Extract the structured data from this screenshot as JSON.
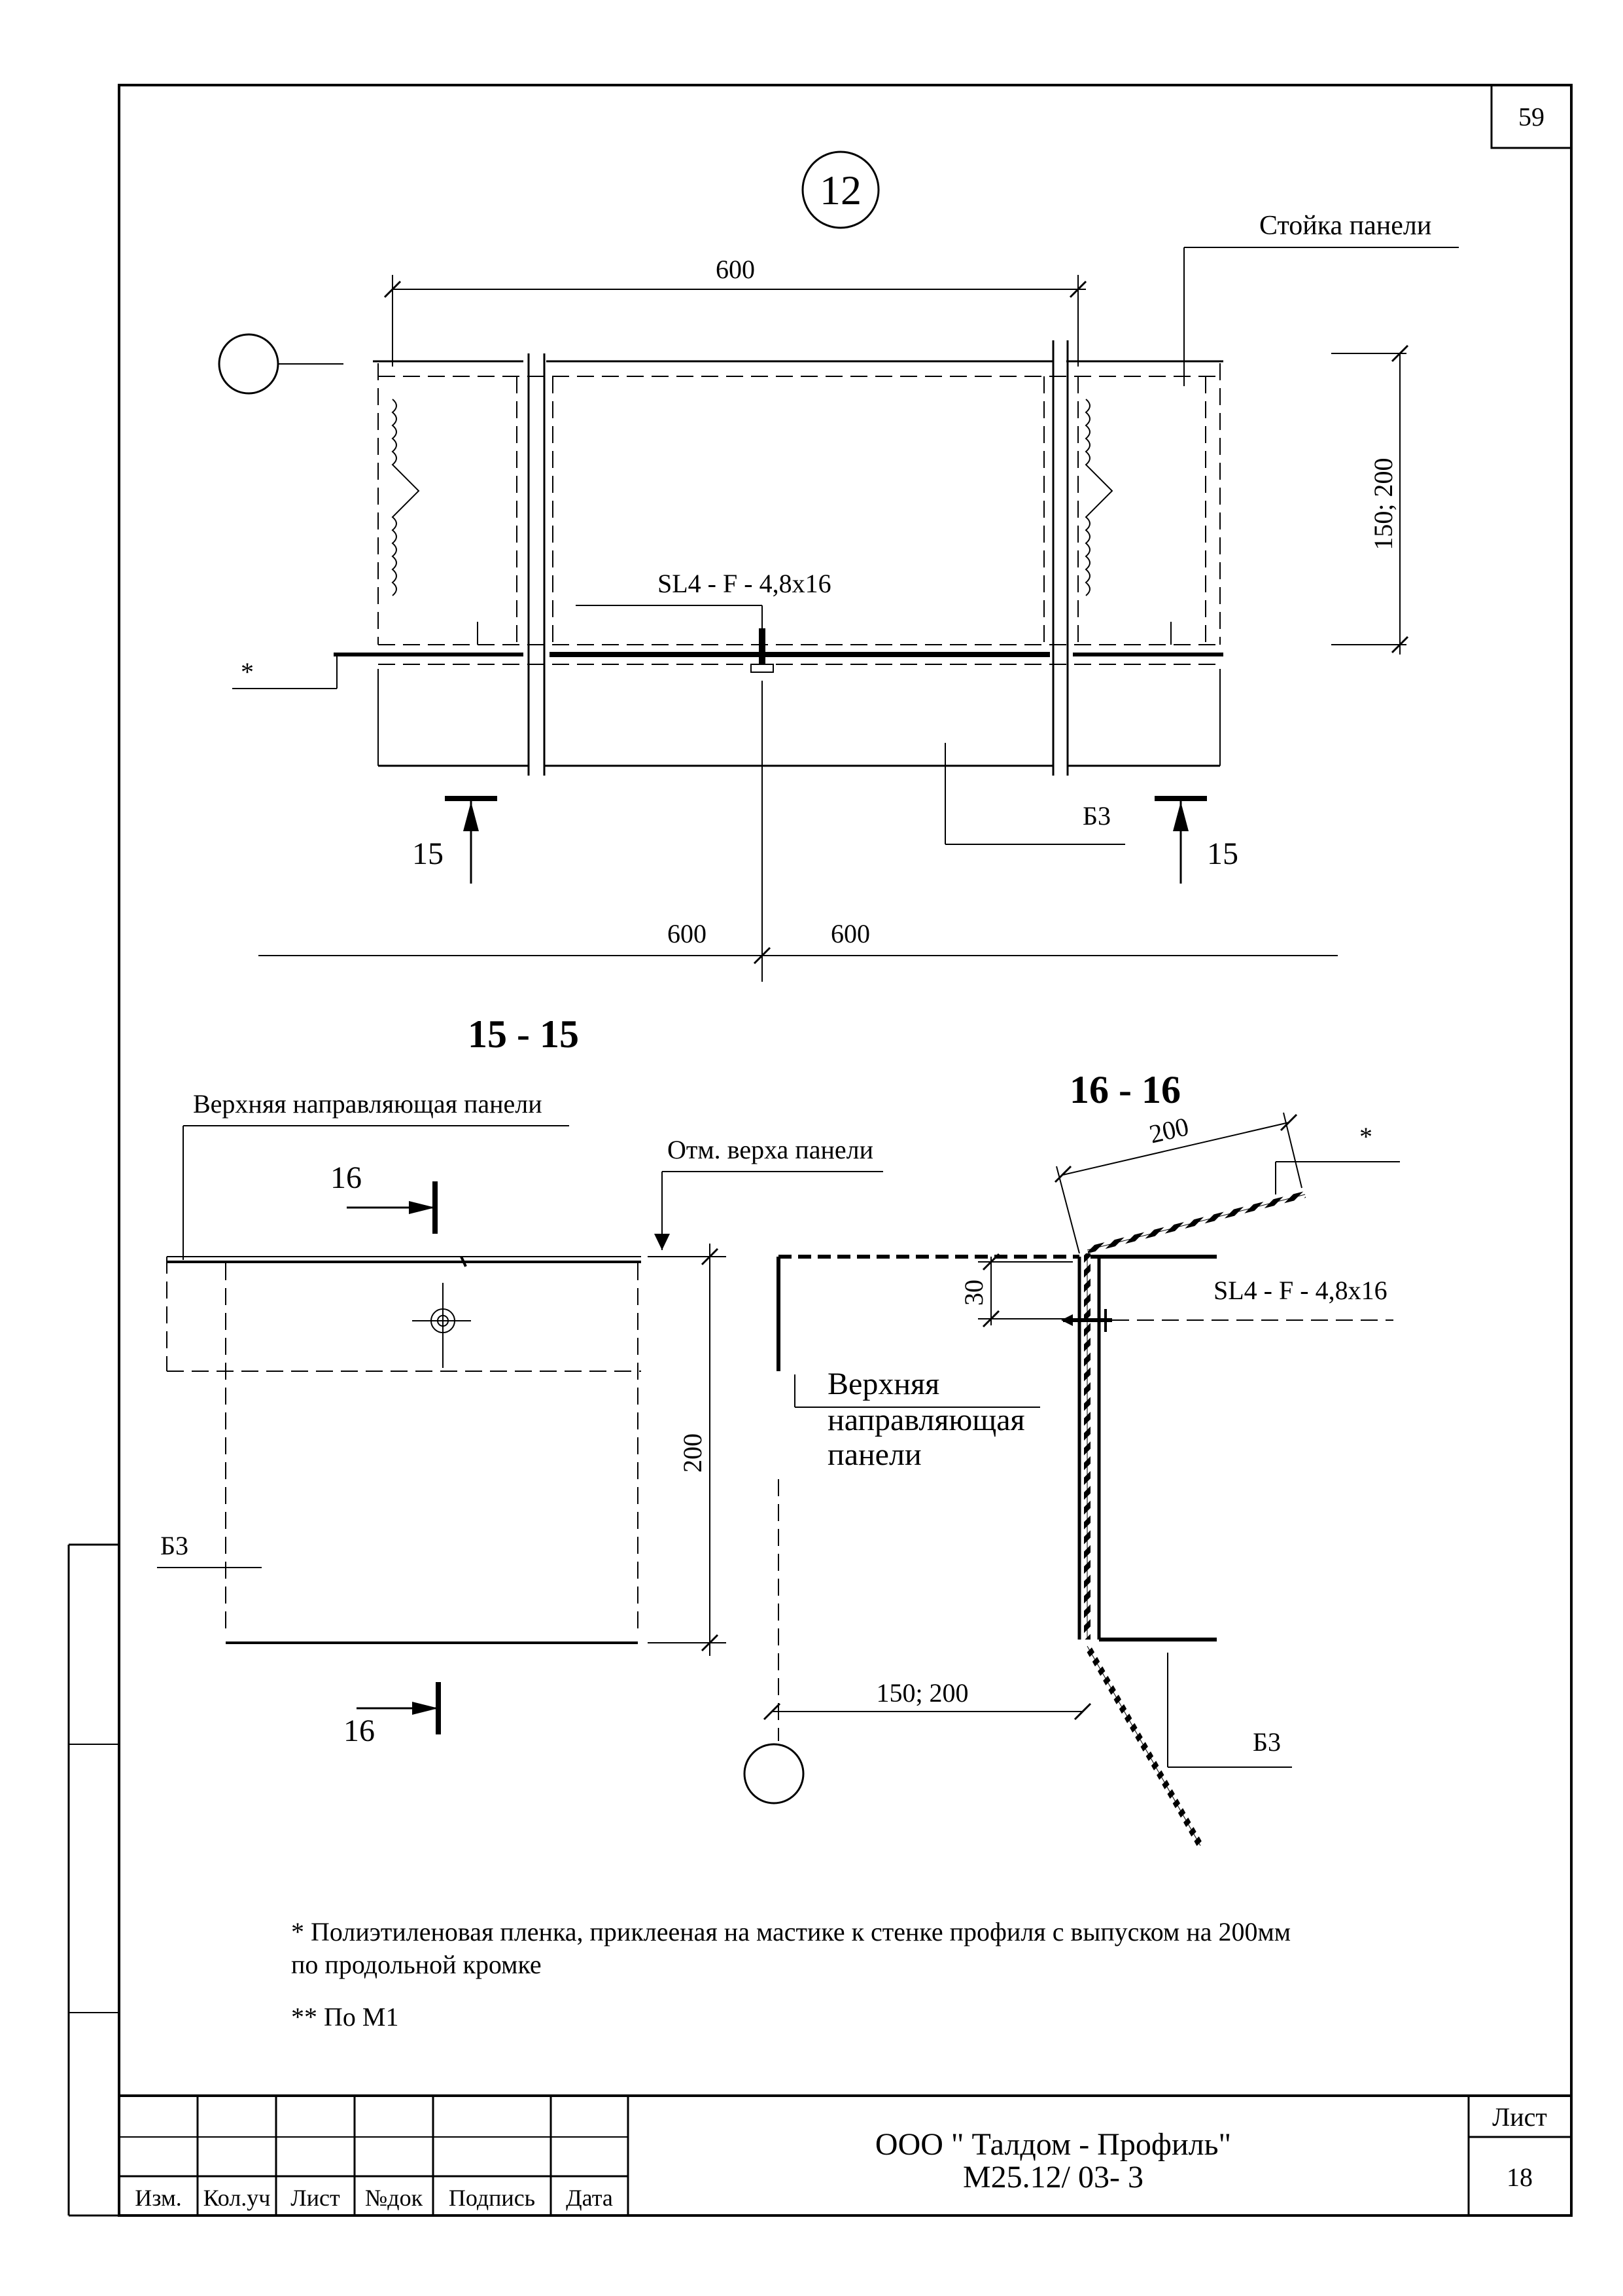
{
  "sheet_number_top": "59",
  "callout": "12",
  "labels": {
    "stoika": "Стойка панели",
    "top_dim": "600",
    "height_dim": "150; 200",
    "screw_plan": "SL4 - F - 4,8x16",
    "star": "*",
    "b3_plan": "Б3",
    "cut15_left": "15",
    "cut15_right": "15",
    "bottom_dim_left": "600",
    "bottom_dim_right": "600"
  },
  "section_15": {
    "title": "15 - 15",
    "top_guide": "Верхняя направляющая панели",
    "otm": "Отм. верха панели",
    "cut16_top": "16",
    "cut16_bottom": "16",
    "dim_200": "200",
    "b3": "Б3"
  },
  "section_16": {
    "title": "16 - 16",
    "dim_200": "200",
    "star": "*",
    "dim_30": "30",
    "screw": "SL4 - F - 4,8x16",
    "guide_line1": "Верхняя",
    "guide_line2": "направляющая",
    "guide_line3": "панели",
    "dim_150_200": "150; 200",
    "b3": "Б3"
  },
  "notes": {
    "note1_line1": "* Полиэтиленовая пленка, приклееная на мастике к стенке профиля с выпуском на 200мм",
    "note1_line2": "по  продольной кромке",
    "note2": "** По М1"
  },
  "title_block": {
    "col_izm": "Изм.",
    "col_kol": "Кол.уч",
    "col_list": "Лист",
    "col_ndok": "№док",
    "col_podpis": "Подпись",
    "col_data": "Дата",
    "company": "ООО \" Талдом - Профиль\"",
    "doc_code": "М25.12/ 03- 3",
    "sheet_label": "Лист",
    "sheet_number": "18"
  }
}
